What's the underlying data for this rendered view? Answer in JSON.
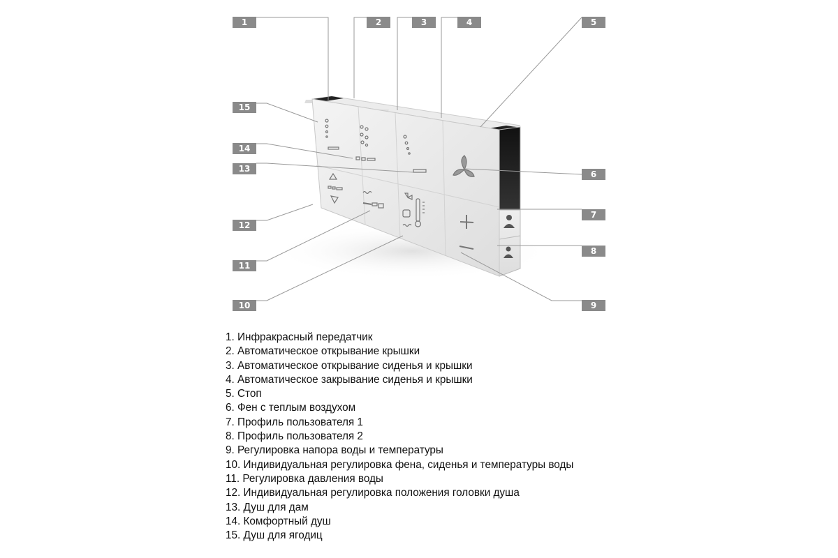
{
  "callouts": [
    "1",
    "2",
    "3",
    "4",
    "5",
    "6",
    "7",
    "8",
    "9",
    "10",
    "11",
    "12",
    "13",
    "14",
    "15"
  ],
  "legend": [
    "1. Инфракрасный передатчик",
    "2. Автоматическое открывание крышки",
    "3. Автоматическое открывание сиденья и крышки",
    "4. Автоматическое закрывание сиденья и крышки",
    "5. Стоп",
    "6. Фен с теплым воздухом",
    "7. Профиль пользователя 1",
    "8. Профиль пользователя 2",
    "9. Регулировка напора воды и температуры",
    "10. Индивидуальная регулировка фена, сиденья и температуры воды",
    "11. Регулировка давления воды",
    "12. Индивидуальная регулировка положения головки душа",
    "13. Душ для дам",
    "14. Комфортный душ",
    "15. Душ для ягодиц"
  ],
  "colors": {
    "callout_bg": "#8a8a8a",
    "stop_indicator": "#e8204a",
    "leader": "#9a9a9a"
  }
}
